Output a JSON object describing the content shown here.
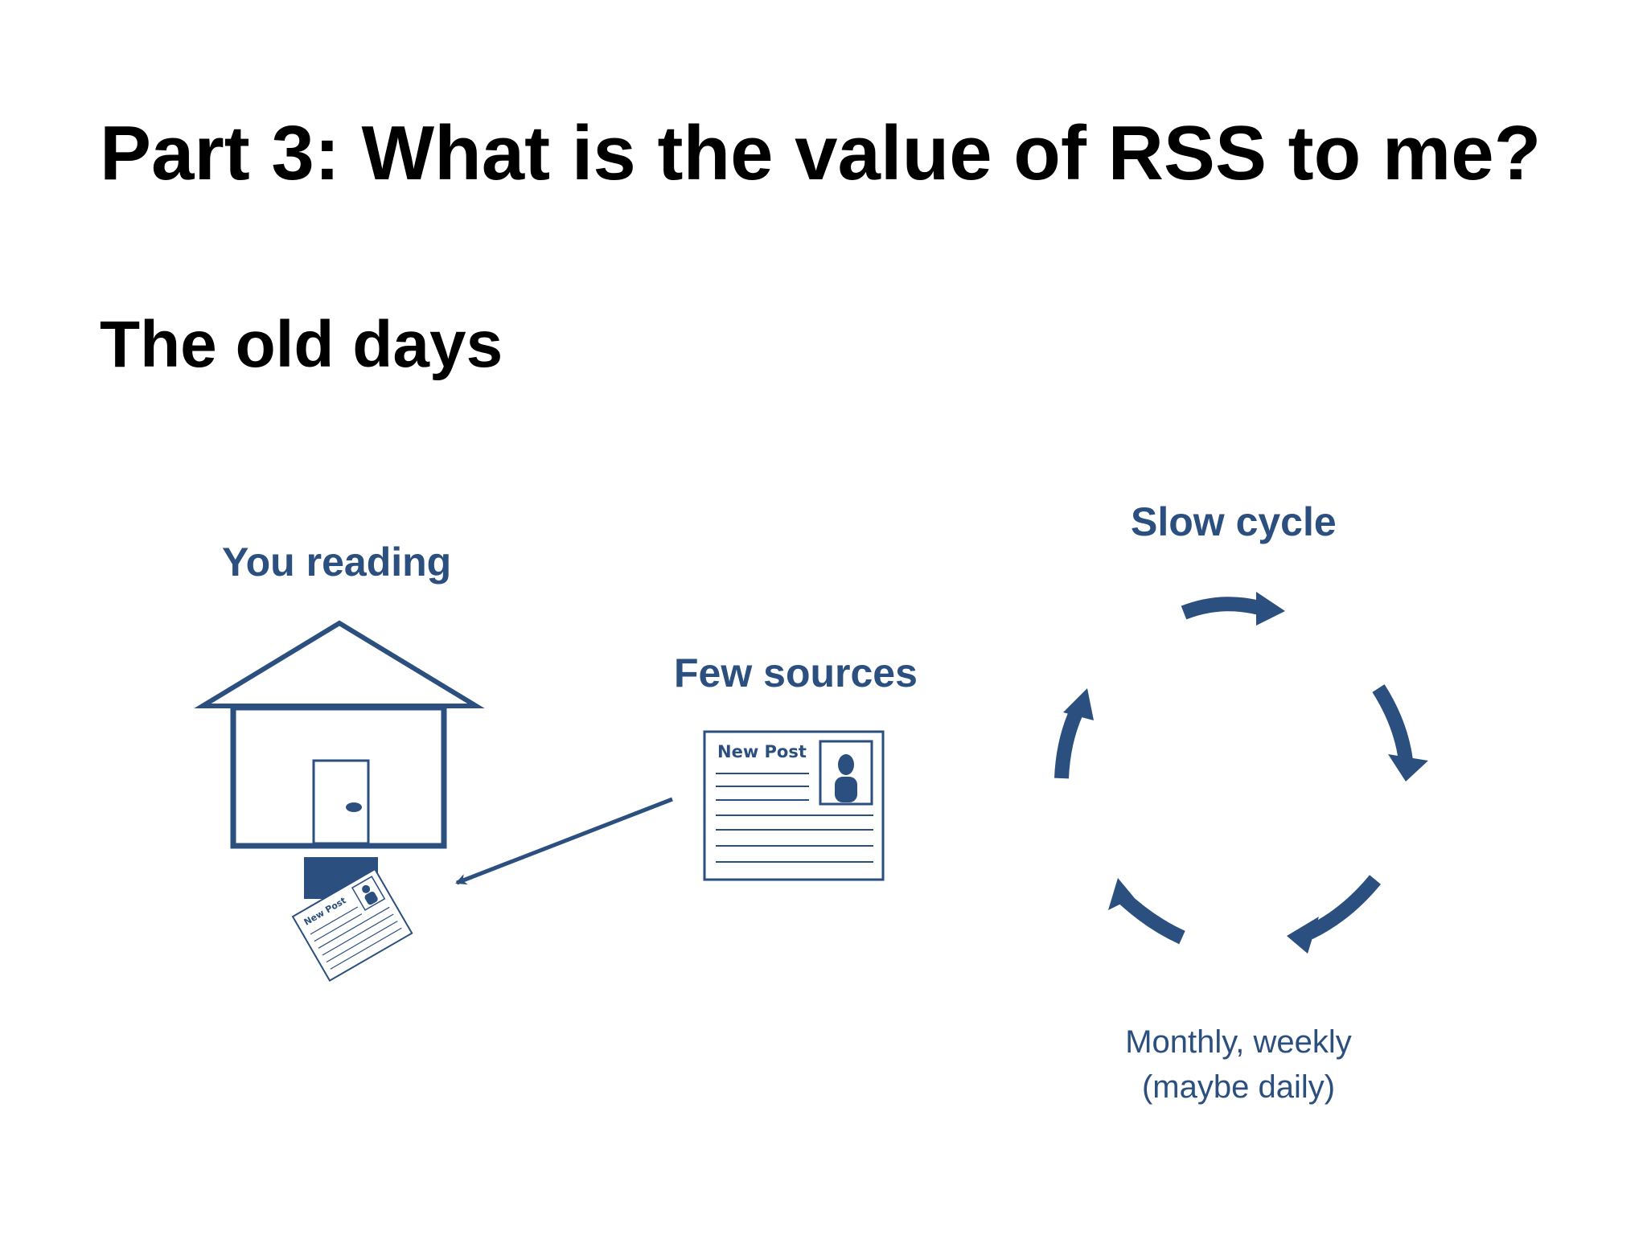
{
  "slide": {
    "title": "Part 3:  What is the value of RSS to me?",
    "subtitle": "The old days"
  },
  "diagram": {
    "reader_label": "You reading",
    "sources_label": "Few sources",
    "cycle_label": "Slow cycle",
    "frequency_line1": "Monthly, weekly",
    "frequency_line2": "(maybe daily)",
    "post_heading": "New Post",
    "small_post_heading": "New Post"
  },
  "colors": {
    "accent": "#2b4f7e",
    "text": "#000000",
    "background": "#ffffff"
  }
}
